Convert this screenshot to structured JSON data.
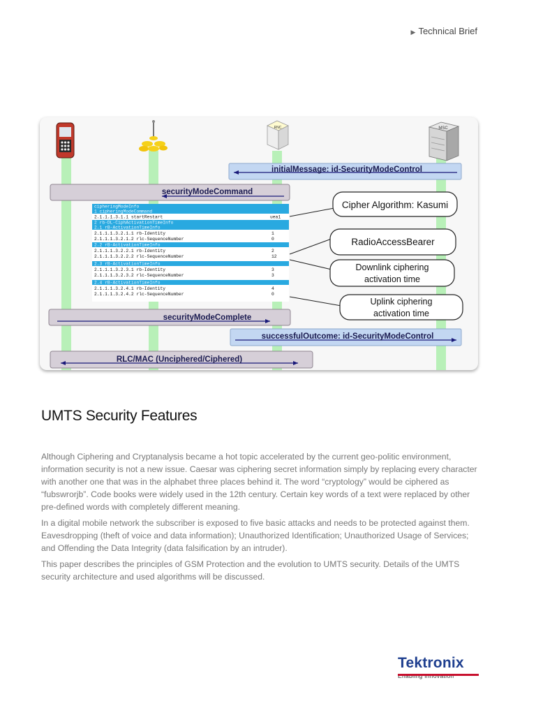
{
  "header": {
    "label": "Technical Brief"
  },
  "figure": {
    "nodes": {
      "rnc": "RNC",
      "msc": "MSC"
    },
    "messages": {
      "initial": "initialMessage: id-SecurityModeControl",
      "command": "securityModeCommand",
      "complete": "securityModeComplete",
      "outcome": "successfulOutcome: id-SecurityModeControl",
      "rlcmac": "RLC/MAC (Unciphered/Ciphered)"
    },
    "callouts": {
      "cipher": "Cipher Algorithm: Kasumi",
      "rab": "RadioAccessBearer",
      "downlink_1": "Downlink ciphering",
      "downlink_2": "activation time",
      "uplink_1": "Uplink ciphering",
      "uplink_2": "activation time"
    },
    "decode": {
      "h1": "cipheringModeInfo",
      "h2": "1 cipheringModeCommand",
      "r1_id": "2.1.1.1.3.1.1 startRestart",
      "r1_val": "uea1",
      "h3": "2 rb-DL-CiphActivationTimeInfo",
      "h4": "2.1 rB-ActivationTimeInfo",
      "r2_id": "2.1.1.1.3.2.1.1 rb-Identity",
      "r2_val": "1",
      "r3_id": "2.1.1.1.3.2.1.2 rlc-SequenceNumber",
      "r3_val": "0",
      "h5": "2.2 rB-ActivationTimeInfo",
      "r4_id": "2.1.1.1.3.2.2.1 rb-Identity",
      "r4_val": "2",
      "r5_id": "2.1.1.1.3.2.2.2 rlc-SequenceNumber",
      "r5_val": "12",
      "h6": "2.3 rB-ActivationTimeInfo",
      "r6_id": "2.1.1.1.3.2.3.1 rb-Identity",
      "r6_val": "3",
      "r7_id": "2.1.1.1.3.2.3.2 rlc-SequenceNumber",
      "r7_val": "3",
      "h7": "2.4 rB-ActivationTimeInfo",
      "r8_id": "2.1.1.1.3.2.4.1 rb-Identity",
      "r8_val": "4",
      "r9_id": "2.1.1.1.3.2.4.2 rlc-SequenceNumber",
      "r9_val": "0"
    }
  },
  "section": {
    "title": "UMTS Security Features",
    "paragraphs": [
      "Although Ciphering and Cryptanalysis became a hot topic accelerated by the current geo-politic environment, information security is not a new issue. Caesar was ciphering secret information simply by replacing every character with another one that was in the alphabet three places behind it. The word “cryptology” would be ciphered as “fubswrorjb”. Code books were widely used in the 12th century. Certain key words of a text were replaced by other pre-defined words with completely different meaning.",
      "In a digital mobile network the subscriber is exposed to five basic attacks and needs to be protected against them. Eavesdropping (theft of voice and data information); Unauthorized Identification; Unauthorized Usage of Services; and Offending the Data Integrity (data falsification by an intruder).",
      "This paper describes the principles of GSM Protection and the evolution to UMTS security. Details of the UMTS security architecture and used algorithms will be discussed."
    ]
  },
  "brand": {
    "name": "Tektronix",
    "slogan": "Enabling Innovation"
  },
  "colors": {
    "brand_blue": "#1f3f8f",
    "brand_red": "#c8102e",
    "decode_header": "#29a9e0",
    "lifeline": "#b8f0b8"
  }
}
